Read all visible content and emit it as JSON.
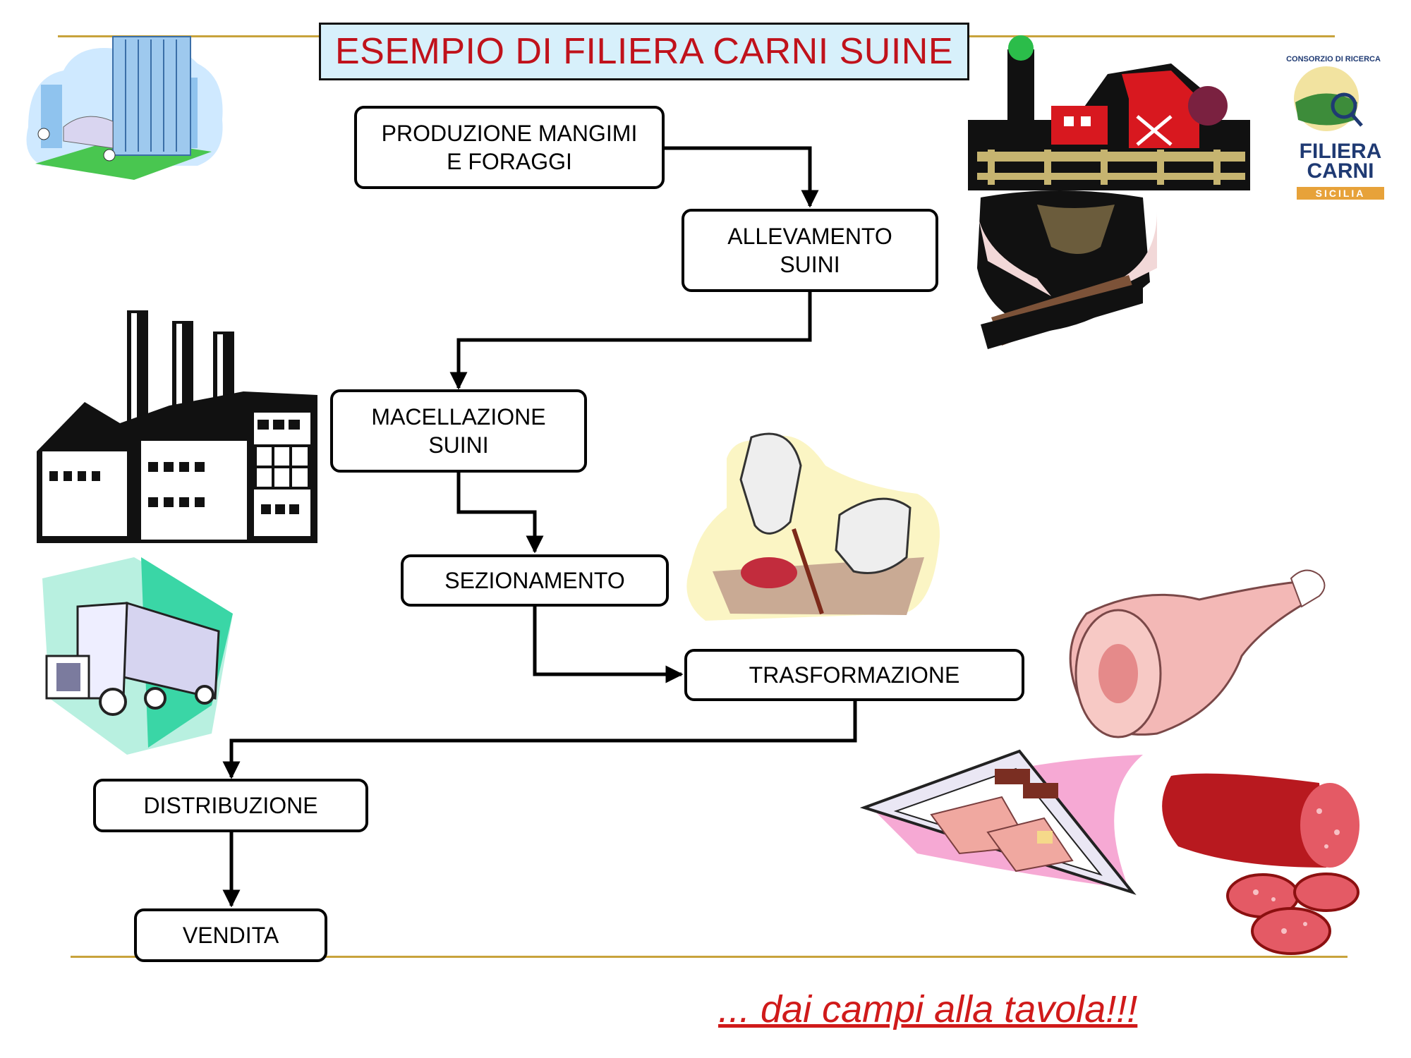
{
  "title": "ESEMPIO DI FILIERA CARNI SUINE",
  "steps": [
    {
      "id": "produzione",
      "label": "PRODUZIONE MANGIMI\nE FORAGGI"
    },
    {
      "id": "allevamento",
      "label": "ALLEVAMENTO\nSUINI"
    },
    {
      "id": "macellazione",
      "label": "MACELLAZIONE\nSUINI"
    },
    {
      "id": "sezionamento",
      "label": "SEZIONAMENTO"
    },
    {
      "id": "trasformazione",
      "label": "TRASFORMAZIONE"
    },
    {
      "id": "distribuzione",
      "label": "DISTRIBUZIONE"
    },
    {
      "id": "vendita",
      "label": "VENDITA"
    }
  ],
  "slogan": "... dai campi alla tavola!!!",
  "logo": {
    "arc_text": "CONSORZIO DI RICERCA",
    "line1": "FILIERA",
    "line2": "CARNI",
    "line3": "SICILIA"
  },
  "colors": {
    "title_text": "#c0121b",
    "title_bg": "#d7f0fb",
    "rule": "#c8a33c",
    "slogan": "#d01a1a"
  }
}
